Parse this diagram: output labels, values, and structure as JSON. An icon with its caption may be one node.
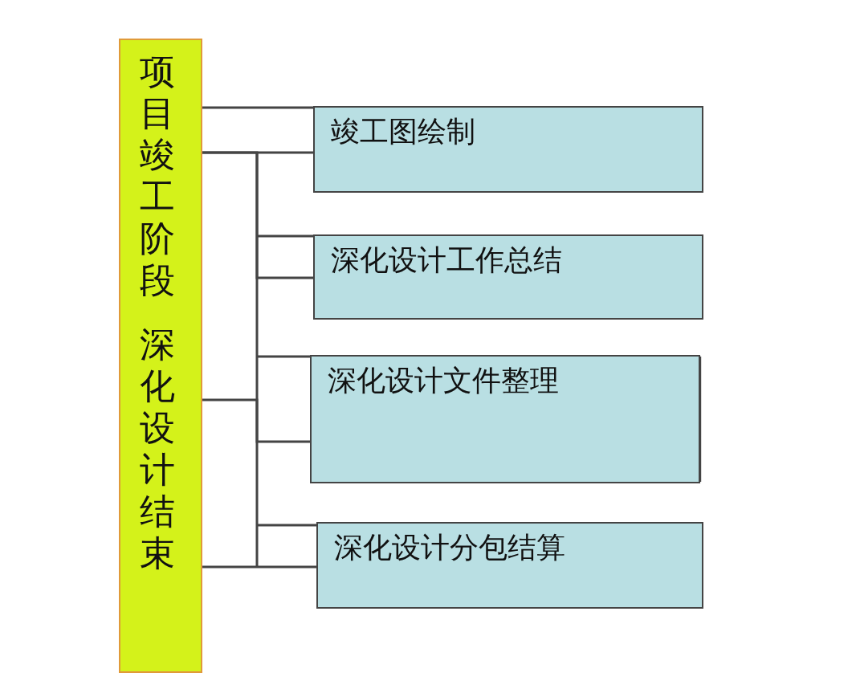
{
  "diagram": {
    "nodes": [
      {
        "text": [
          "项目竣工阶段",
          "深化设计结束"
        ]
      },
      {
        "text": [
          "竣工图绘制"
        ]
      },
      {
        "text": [
          "深化设计工作总结"
        ]
      },
      {
        "text": [
          "深化设计文件整理"
        ]
      },
      {
        "text": [
          "深化设计分包结算"
        ]
      }
    ],
    "edges": [
      {
        "from": 0,
        "to": 1,
        "arrow": "none"
      },
      {
        "from": 0,
        "to": 2,
        "arrow": "none"
      },
      {
        "from": 0,
        "to": 3,
        "arrow": "none"
      },
      {
        "from": 0,
        "to": 4,
        "arrow": "none"
      }
    ]
  }
}
